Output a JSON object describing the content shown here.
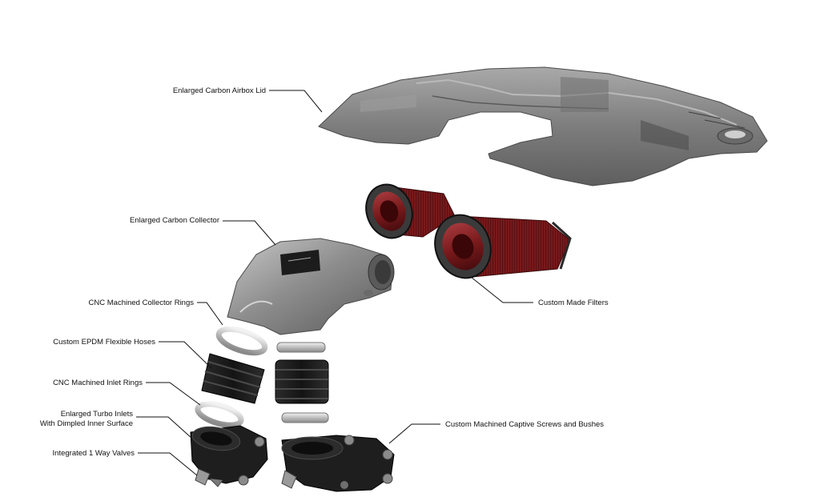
{
  "labels": {
    "airbox_lid": "Enlarged Carbon Airbox Lid",
    "collector": "Enlarged Carbon Collector",
    "collector_rings": "CNC Machined Collector Rings",
    "epdm_hoses": "Custom EPDM Flexible Hoses",
    "inlet_rings": "CNC Machined Inlet Rings",
    "turbo_inlets_line1": "Enlarged Turbo Inlets",
    "turbo_inlets_line2": "With Dimpled Inner Surface",
    "valves": "Integrated 1 Way Valves",
    "filters": "Custom Made Filters",
    "screws": "Custom Machined Captive Screws and Bushes"
  },
  "colors": {
    "carbon_grey": "#8a8a8a",
    "filter_red": "#7a1a1c",
    "rubber_black": "#1c1c1c",
    "metal": "#c8c8c8",
    "line": "#111111"
  }
}
